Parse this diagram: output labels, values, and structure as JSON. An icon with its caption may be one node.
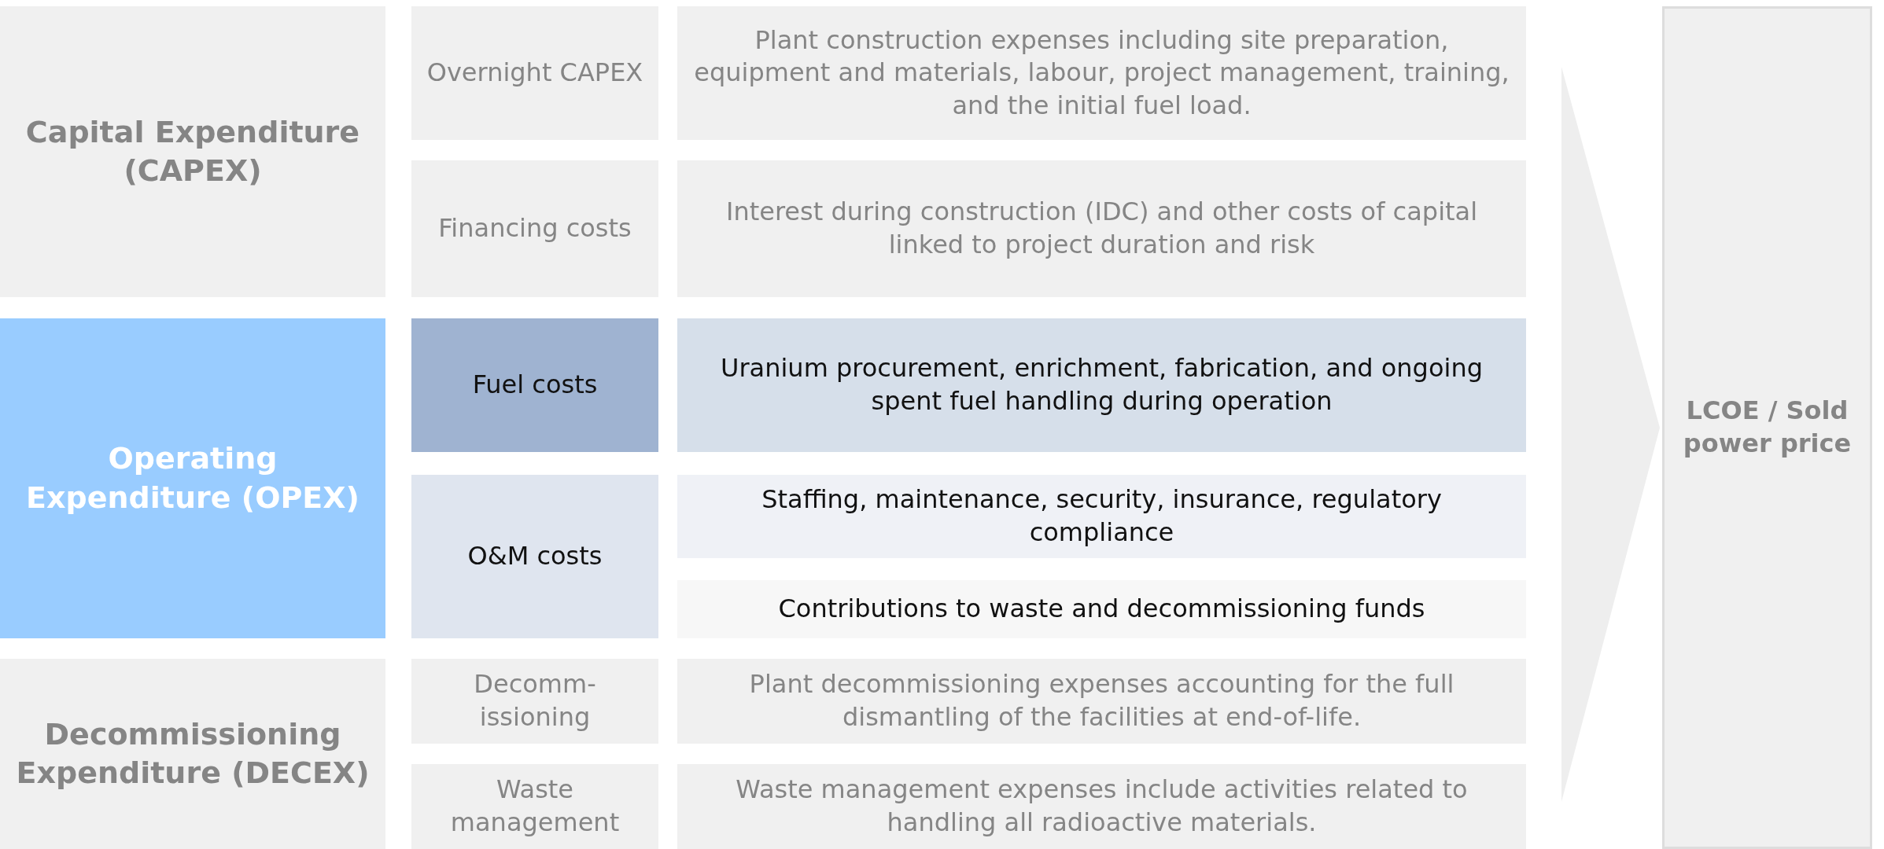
{
  "diagram": {
    "nodes": [
      {
        "text": [
          "Capital Expenditure (CAPEX)"
        ]
      },
      {
        "text": [
          "Overnight CAPEX"
        ]
      },
      {
        "text": [
          "Plant construction expenses including site preparation, equipment and materials, labour, project management, training, and the initial fuel load."
        ]
      },
      {
        "text": [
          "Financing costs"
        ]
      },
      {
        "text": [
          "Interest during construction (IDC) and other costs of capital linked to project duration and risk"
        ]
      },
      {
        "text": [
          "Operating Expenditure (OPEX)"
        ]
      },
      {
        "text": [
          "Fuel costs"
        ]
      },
      {
        "text": [
          "Uranium procurement, enrichment, fabrication, and ongoing spent fuel handling during operation"
        ]
      },
      {
        "text": [
          "O&M costs"
        ]
      },
      {
        "text": [
          "Staffing, maintenance, security, insurance, regulatory compliance"
        ]
      },
      {
        "text": [
          "Contributions to waste and decommissioning funds"
        ]
      },
      {
        "text": [
          "Decommissioning Expenditure (DECEX)"
        ]
      },
      {
        "text": [
          "Decomm-issioning"
        ]
      },
      {
        "text": [
          "Plant decommissioning expenses accounting for the full dismantling of the facilities at end-of-life."
        ]
      },
      {
        "text": [
          "Waste management"
        ]
      },
      {
        "text": [
          "Waste management expenses include activities related to handling all radioactive materials."
        ]
      },
      {
        "text": [
          "LCOE / Sold power price"
        ]
      }
    ],
    "edges": [
      {
        "from": null,
        "to": 16,
        "arrow": "to"
      }
    ]
  }
}
